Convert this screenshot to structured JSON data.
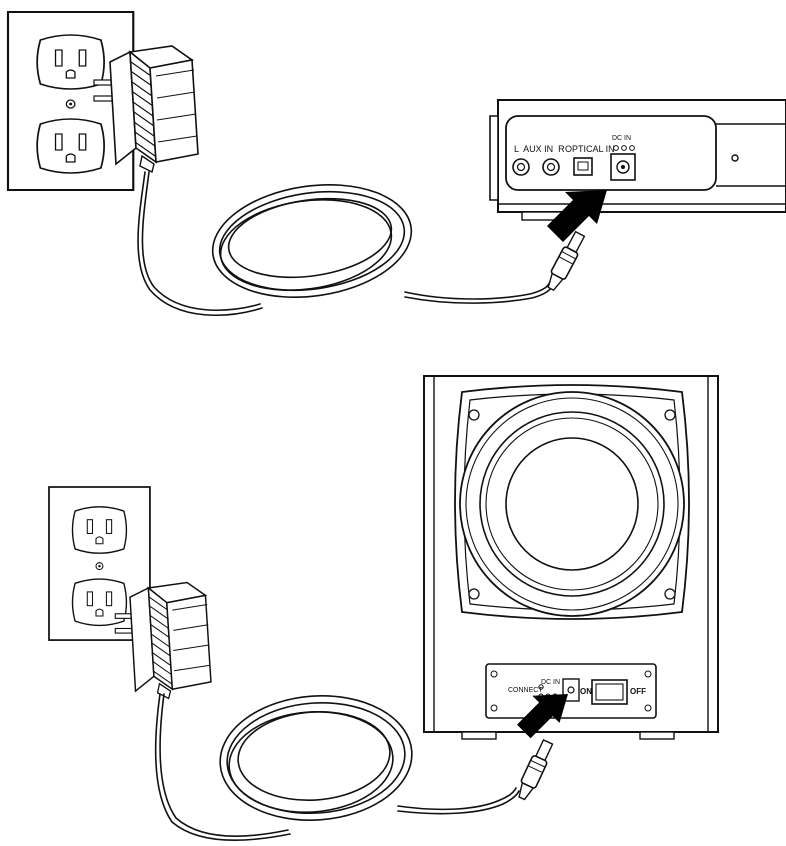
{
  "soundbar_panel": {
    "aux_in_label": "L  AUX IN  R",
    "optical_in_label": "OPTICAL IN",
    "dc_in_label": "DC IN"
  },
  "subwoofer_panel": {
    "connect_label": "CONNECT",
    "dc_in_label": "DC IN",
    "switch_on_label": "ON",
    "switch_off_label": "OFF"
  },
  "icons": [
    "wall-outlet-icon",
    "power-adapter-icon",
    "insert-arrow-icon",
    "dc-plug-icon",
    "woofer-cone-icon"
  ],
  "colors": {
    "line": "#111111",
    "arrow": "#000000",
    "background": "#ffffff"
  }
}
